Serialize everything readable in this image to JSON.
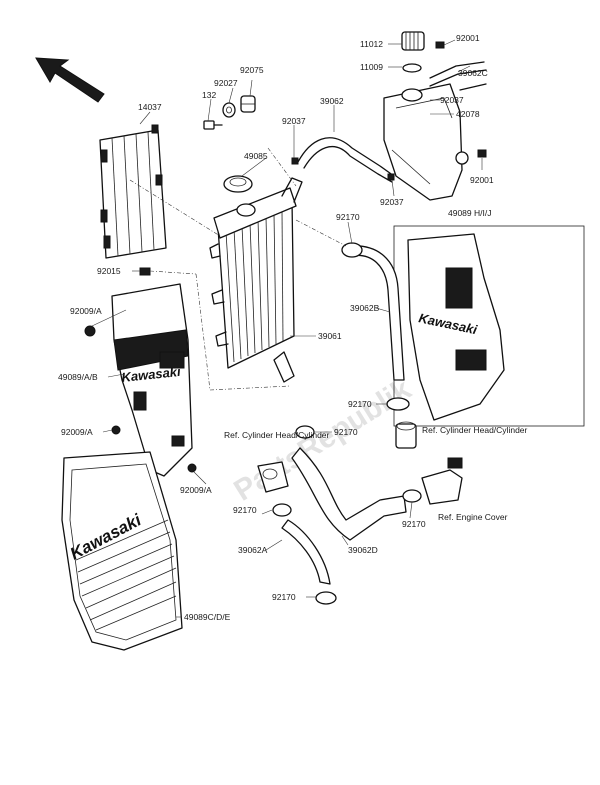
{
  "watermark": "PartsRepublik",
  "brand_text": "Kawasaki",
  "labels": {
    "p11012": "11012",
    "p92001_top": "92001",
    "p11009": "11009",
    "p39062c": "39062C",
    "p92037_a": "92037",
    "p42078": "42078",
    "p92001_b": "92001",
    "p92037_b": "92037",
    "p49089hij": "49089 H/I/J",
    "p14037": "14037",
    "p92075": "92075",
    "p92027": "92027",
    "p132": "132",
    "p39062": "39062",
    "p92037_c": "92037",
    "p49085": "49085",
    "p92170_a": "92170",
    "p92015": "92015",
    "p92009_a1": "92009/A",
    "p39062b": "39062B",
    "p39061": "39061",
    "p49089ab": "49089/A/B",
    "p92170_b": "92170",
    "p92170_c": "92170",
    "p92009_a2": "92009/A",
    "p92009_a3": "92009/A",
    "ref_cyl_1": "Ref. Cylinder Head/Cylinder",
    "ref_cyl_2": "Ref. Cylinder Head/Cylinder",
    "ref_engine_cover": "Ref. Engine Cover",
    "p92170_d": "92170",
    "p92170_e": "92170",
    "p39062a": "39062A",
    "p39062d": "39062D",
    "p92170_f": "92170",
    "p49089cde": "49089C/D/E"
  }
}
